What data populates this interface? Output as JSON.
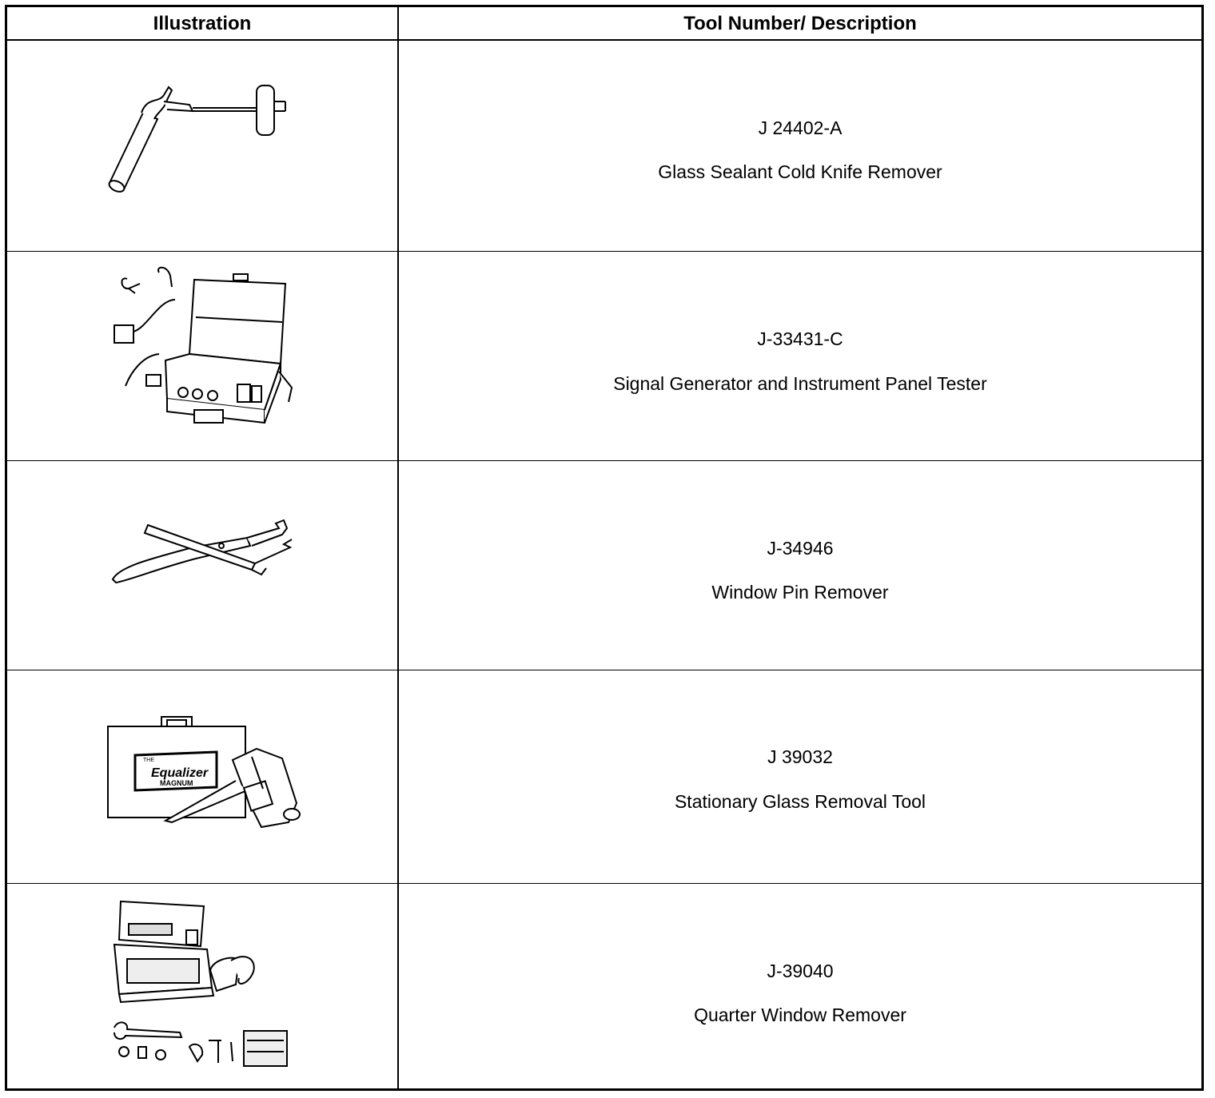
{
  "header": {
    "illustration": "Illustration",
    "description": "Tool Number/ Description"
  },
  "rows": [
    {
      "number": "J 24402-A",
      "description": "Glass Sealant Cold Knife Remover",
      "icon": "cold-knife-icon"
    },
    {
      "number": "J-33431-C",
      "description": "Signal Generator and Instrument Panel Tester",
      "icon": "signal-generator-icon"
    },
    {
      "number": "J-34946",
      "description": "Window Pin Remover",
      "icon": "pin-remover-icon"
    },
    {
      "number": "J 39032",
      "description": "Stationary Glass Removal Tool",
      "icon": "equalizer-tool-icon",
      "label_small": "THE",
      "label_main": "Equalizer",
      "label_sub": "MAGNUM"
    },
    {
      "number": "J-39040",
      "description": "Quarter Window Remover",
      "icon": "quarter-window-kit-icon"
    }
  ]
}
